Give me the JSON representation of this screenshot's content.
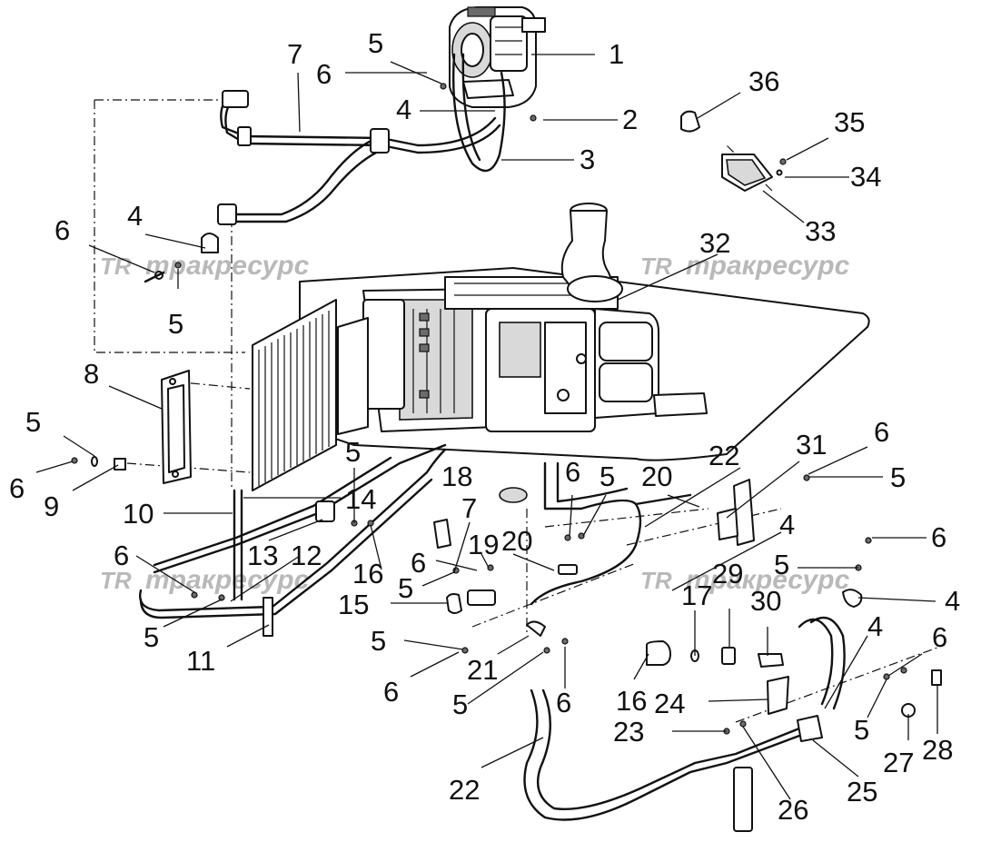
{
  "watermark": {
    "logo": "TR",
    "text": "тракресурс"
  },
  "callouts": {
    "c1": "1",
    "c2": "2",
    "c3": "3",
    "c4a": "4",
    "c4b": "4",
    "c4c": "4",
    "c4d": "4",
    "c4e": "4",
    "c5a": "5",
    "c5b": "5",
    "c5c": "5",
    "c5d": "5",
    "c5e": "5",
    "c5f": "5",
    "c5g": "5",
    "c5h": "5",
    "c5i": "5",
    "c5j": "5",
    "c5k": "5",
    "c5l": "5",
    "c6a": "6",
    "c6b": "6",
    "c6c": "6",
    "c6d": "6",
    "c6e": "6",
    "c6f": "6",
    "c6g": "6",
    "c6h": "6",
    "c6i": "6",
    "c6j": "6",
    "c7a": "7",
    "c7b": "7",
    "c8": "8",
    "c9": "9",
    "c10": "10",
    "c11": "11",
    "c12": "12",
    "c13": "13",
    "c14": "14",
    "c15": "15",
    "c16a": "16",
    "c16b": "16",
    "c17": "17",
    "c18": "18",
    "c19": "19",
    "c20a": "20",
    "c20b": "20",
    "c21": "21",
    "c22a": "22",
    "c22b": "22",
    "c23": "23",
    "c24": "24",
    "c25": "25",
    "c26": "26",
    "c27": "27",
    "c28": "28",
    "c29": "29",
    "c30": "30",
    "c31": "31",
    "c32": "32",
    "c33": "33",
    "c34": "34",
    "c35": "35",
    "c36": "36"
  }
}
